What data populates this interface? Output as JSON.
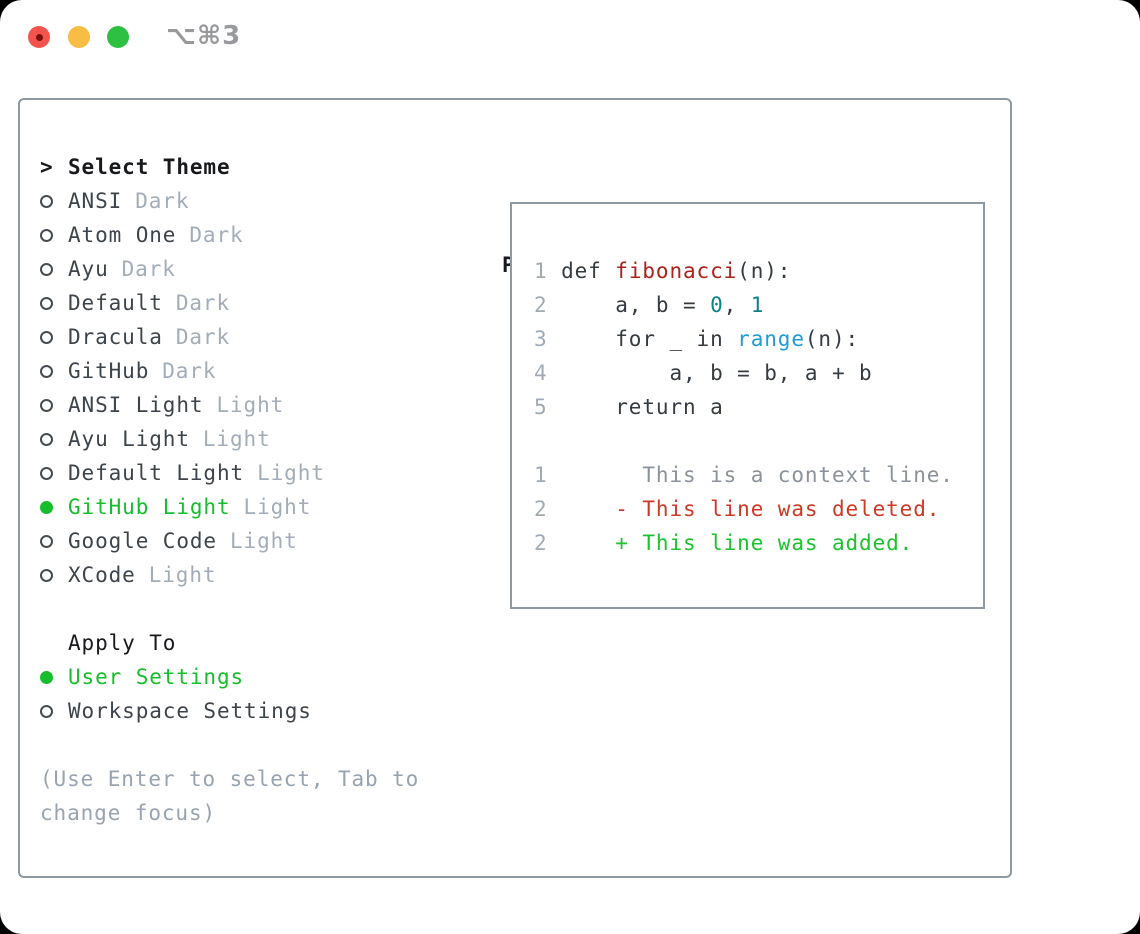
{
  "window": {
    "title": "⌥⌘3"
  },
  "traffic_lights": [
    {
      "icon": "close-icon"
    },
    {
      "icon": "minimize-icon"
    },
    {
      "icon": "zoom-icon"
    }
  ],
  "theme_panel": {
    "header": {
      "prompt": ">",
      "label": "Select Theme"
    },
    "themes": [
      {
        "name": "ANSI",
        "variant": "Dark",
        "selected": false
      },
      {
        "name": "Atom One",
        "variant": "Dark",
        "selected": false
      },
      {
        "name": "Ayu",
        "variant": "Dark",
        "selected": false
      },
      {
        "name": "Default",
        "variant": "Dark",
        "selected": false
      },
      {
        "name": "Dracula",
        "variant": "Dark",
        "selected": false
      },
      {
        "name": "GitHub",
        "variant": "Dark",
        "selected": false
      },
      {
        "name": "ANSI Light",
        "variant": "Light",
        "selected": false
      },
      {
        "name": "Ayu Light",
        "variant": "Light",
        "selected": false
      },
      {
        "name": "Default Light",
        "variant": "Light",
        "selected": false
      },
      {
        "name": "GitHub Light",
        "variant": "Light",
        "selected": true
      },
      {
        "name": "Google Code",
        "variant": "Light",
        "selected": false
      },
      {
        "name": "XCode",
        "variant": "Light",
        "selected": false
      }
    ],
    "apply_to": {
      "label": "Apply To",
      "options": [
        {
          "name": "User Settings",
          "selected": true
        },
        {
          "name": "Workspace Settings",
          "selected": false
        }
      ]
    },
    "help": [
      "(Use Enter to select, Tab to",
      "change focus)"
    ]
  },
  "preview": {
    "label": "Preview",
    "code_lines": [
      {
        "num": "1",
        "segments": [
          {
            "t": "def ",
            "c": "text"
          },
          {
            "t": "fibonacci",
            "c": "func"
          },
          {
            "t": "(n):",
            "c": "text"
          }
        ]
      },
      {
        "num": "2",
        "segments": [
          {
            "t": "    a, b = ",
            "c": "text"
          },
          {
            "t": "0",
            "c": "num"
          },
          {
            "t": ", ",
            "c": "text"
          },
          {
            "t": "1",
            "c": "num"
          }
        ]
      },
      {
        "num": "3",
        "segments": [
          {
            "t": "    for _ in ",
            "c": "text"
          },
          {
            "t": "range",
            "c": "builtin"
          },
          {
            "t": "(n):",
            "c": "text"
          }
        ]
      },
      {
        "num": "4",
        "segments": [
          {
            "t": "        a, b = b, a + b",
            "c": "text"
          }
        ]
      },
      {
        "num": "5",
        "segments": [
          {
            "t": "    return a",
            "c": "text"
          }
        ]
      },
      {
        "num": "",
        "segments": []
      },
      {
        "num": "1",
        "segments": [
          {
            "t": "      This is a context line.",
            "c": "context"
          }
        ]
      },
      {
        "num": "2",
        "segments": [
          {
            "t": "    - This line was deleted.",
            "c": "deleted"
          }
        ]
      },
      {
        "num": "2",
        "segments": [
          {
            "t": "    + This line was added.",
            "c": "added"
          }
        ]
      }
    ]
  },
  "colors": {
    "accent_green": "#17be2c",
    "diff_added": "#1cc32e",
    "diff_deleted": "#cb3a27",
    "diff_context": "#8b929c",
    "syntax_function": "#ae201c",
    "syntax_number": "#0d808a",
    "syntax_builtin": "#1f9bd7",
    "code_text": "#353b42",
    "line_number": "#a0aab6",
    "muted": "#a3adb9",
    "help_text": "#98a3b1",
    "item_text": "#3d444c",
    "heading_text": "#17191c",
    "panel_border": "#8f99a4",
    "traffic_red": "#f4544e",
    "traffic_yellow": "#f8bd45",
    "traffic_green": "#2ec042"
  }
}
